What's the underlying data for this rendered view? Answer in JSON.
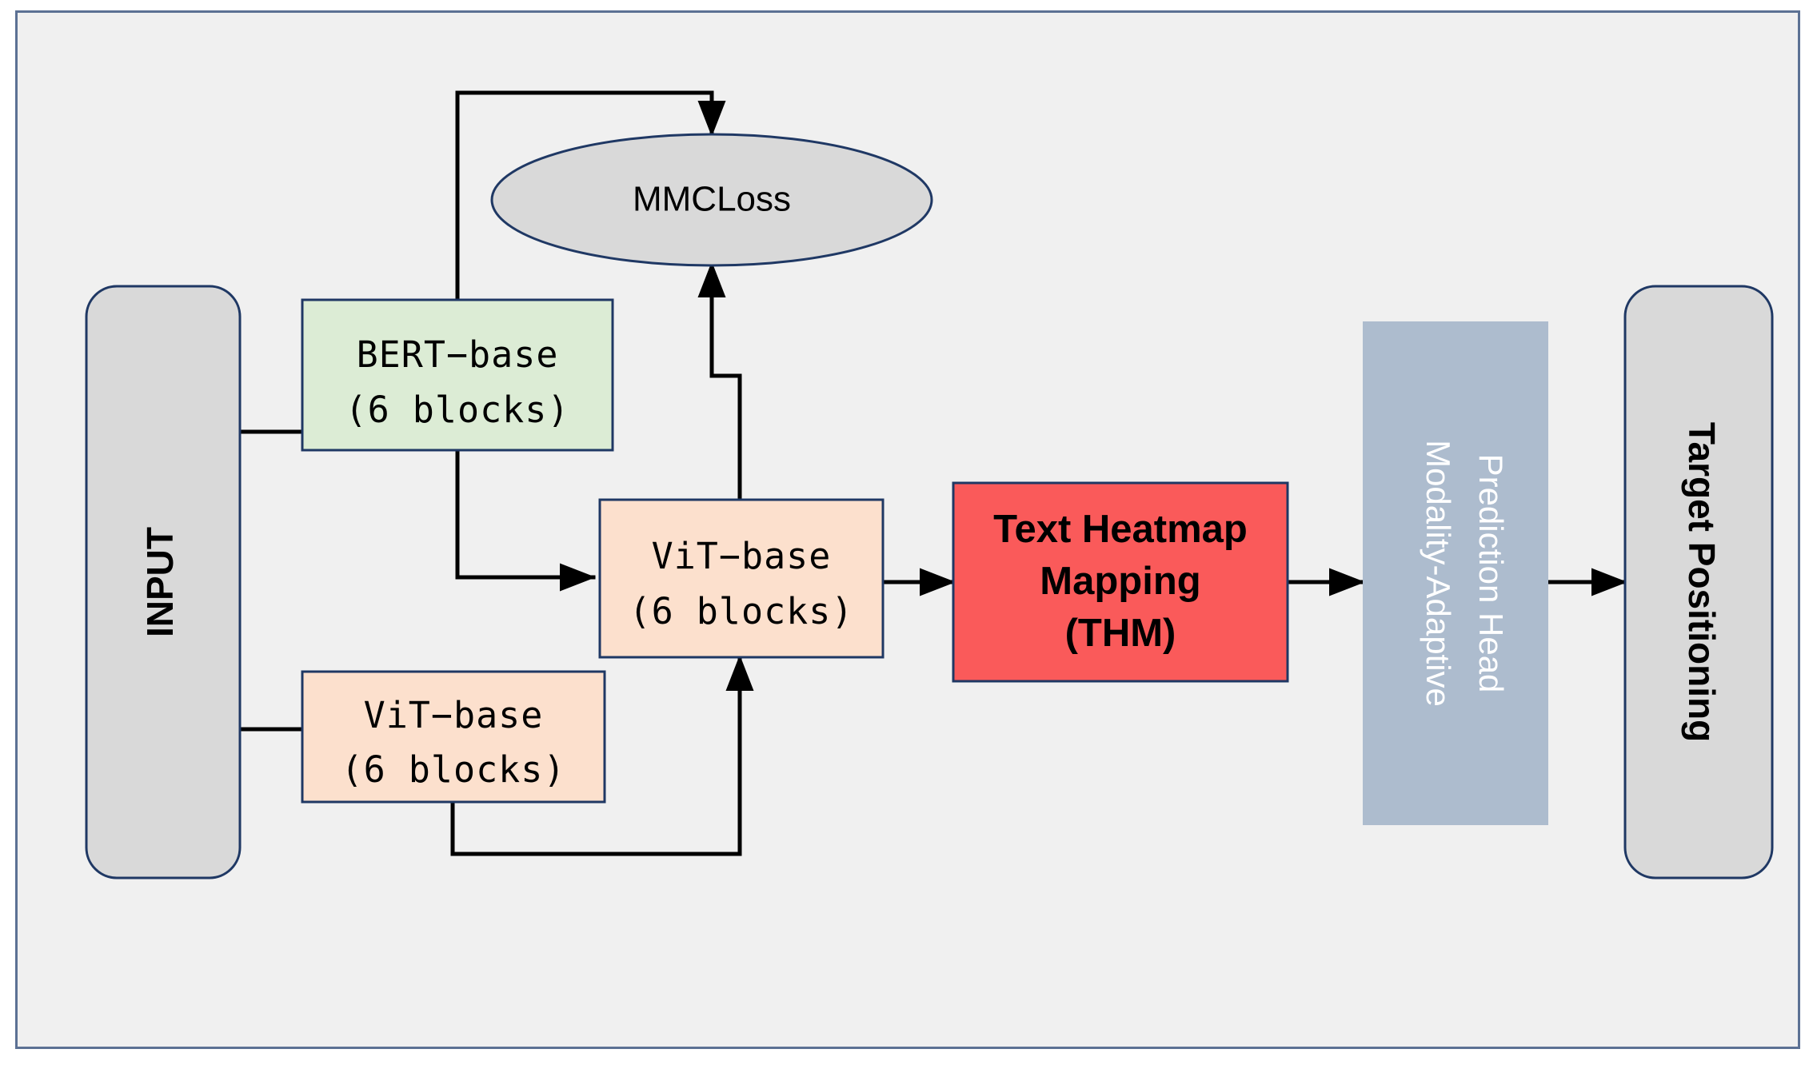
{
  "figure": {
    "background_color": "#f0f0f0",
    "frame_border_color": "#5c7194",
    "page_background": "#ffffff"
  },
  "palette": {
    "node_border": "#1f3864",
    "gray_fill": "#d9d9d9",
    "green_fill": "#dcecd5",
    "peach_fill": "#fce0cd",
    "red_fill": "#fa5a5a",
    "blue_gray_fill": "#adbcce",
    "line_color": "#000000",
    "white_text": "#ffffff"
  },
  "nodes": {
    "input": {
      "label": "INPUT",
      "shape": "rounded-rectangle",
      "fill": "#d9d9d9",
      "text_orientation": "vertical-bottom-to-top"
    },
    "bert_encoder": {
      "label_line1": "BERT−base",
      "label_line2": "(6 blocks)",
      "shape": "rectangle",
      "fill": "#dcecd5"
    },
    "vit_encoder": {
      "label_line1": "ViT−base",
      "label_line2": "(6 blocks)",
      "shape": "rectangle",
      "fill": "#fce0cd"
    },
    "vit_fusion": {
      "label_line1": "ViT−base",
      "label_line2": "(6 blocks)",
      "shape": "rectangle",
      "fill": "#fce0cd"
    },
    "mmc_loss": {
      "label": "MMCLoss",
      "shape": "ellipse",
      "fill": "#d9d9d9"
    },
    "thm": {
      "label_line1": "Text Heatmap",
      "label_line2": "Mapping",
      "label_line3": "(THM)",
      "shape": "rectangle",
      "fill": "#fa5a5a"
    },
    "prediction_head": {
      "label_line1": "Modality-Adaptive",
      "label_line2": "Prediction Head",
      "shape": "rectangle",
      "fill": "#adbcce",
      "text_orientation": "vertical-top-to-bottom",
      "text_color": "#ffffff"
    },
    "target_positioning": {
      "label": "Target Positioning",
      "shape": "rounded-rectangle",
      "fill": "#d9d9d9",
      "text_orientation": "vertical-top-to-bottom"
    }
  },
  "edges": [
    {
      "name": "input-to-bert",
      "from": "input",
      "to": "bert_encoder",
      "arrowhead": false
    },
    {
      "name": "input-to-vit",
      "from": "input",
      "to": "vit_encoder",
      "arrowhead": false
    },
    {
      "name": "bert-to-mmcloss",
      "from": "bert_encoder",
      "to": "mmc_loss",
      "arrowhead": true
    },
    {
      "name": "bert-to-vit-fusion",
      "from": "bert_encoder",
      "to": "vit_fusion",
      "arrowhead": true
    },
    {
      "name": "vit-fusion-to-mmcloss",
      "from": "vit_fusion",
      "to": "mmc_loss",
      "arrowhead": true
    },
    {
      "name": "vit-encoder-to-vit-fusion",
      "from": "vit_encoder",
      "to": "vit_fusion",
      "arrowhead": true
    },
    {
      "name": "vit-fusion-to-thm",
      "from": "vit_fusion",
      "to": "thm",
      "arrowhead": true
    },
    {
      "name": "thm-to-prediction-head",
      "from": "thm",
      "to": "prediction_head",
      "arrowhead": true
    },
    {
      "name": "prediction-head-to-target",
      "from": "prediction_head",
      "to": "target_positioning",
      "arrowhead": true
    }
  ]
}
